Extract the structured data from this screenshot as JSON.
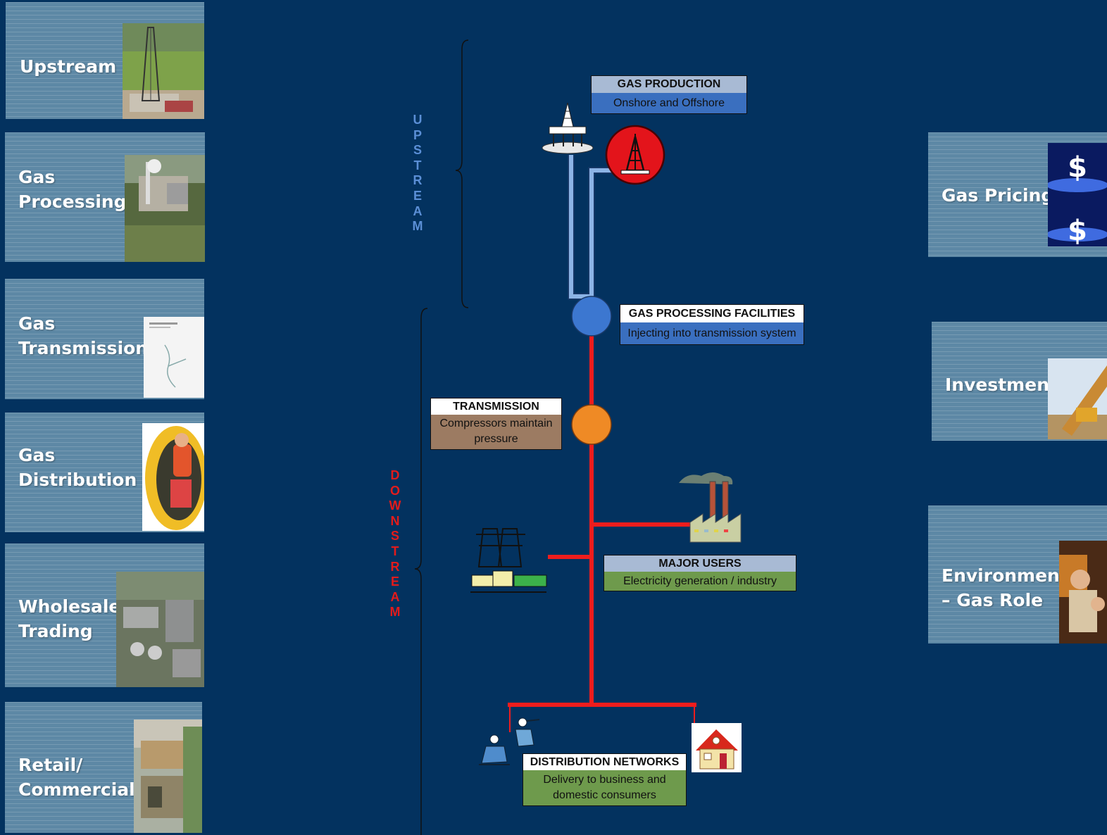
{
  "left_tiles": [
    {
      "label": "Upstream",
      "photo": "drilling-rig-field"
    },
    {
      "label": "Gas\nProcessing",
      "photo": "processing-plant"
    },
    {
      "label": "Gas\n Transmission",
      "photo": "transmission-map-document"
    },
    {
      "label": "Gas\nDistribution",
      "photo": "gas-worker-yellow-disc"
    },
    {
      "label": "Wholesale\n Trading",
      "photo": "aerial-industrial-facility"
    },
    {
      "label": "Retail/\nCommercial",
      "photo": "commercial-buildings"
    }
  ],
  "right_tiles": [
    {
      "label": "Gas Pricing",
      "photo": "gas-flame-dollar-signs"
    },
    {
      "label": "Investment",
      "photo": "pipeline-construction"
    },
    {
      "label": "Environment\n– Gas Role",
      "photo": "family-at-fireplace"
    }
  ],
  "labels": {
    "upstream_letters": [
      "U",
      "P",
      "S",
      "T",
      "R",
      "E",
      "A",
      "M"
    ],
    "downstream_letters": [
      "D",
      "O",
      "W",
      "N",
      "S",
      "T",
      "R",
      "E",
      "A",
      "M"
    ]
  },
  "stages": {
    "production": {
      "title": "GAS PRODUCTION",
      "subtitle": "Onshore and Offshore"
    },
    "processing": {
      "title": "GAS PROCESSING FACILITIES",
      "subtitle": "Injecting into transmission system"
    },
    "transmission": {
      "title": "TRANSMISSION",
      "subtitle": "Compressors maintain pressure"
    },
    "major_users": {
      "title": "MAJOR USERS",
      "subtitle": "Electricity generation / industry"
    },
    "distribution": {
      "title": "DISTRIBUTION NETWORKS",
      "subtitle": "Delivery to business and domestic consumers"
    }
  },
  "colors": {
    "background": "#03325f",
    "tile": "#5d88a5",
    "upstream_text": "#5b8fd6",
    "downstream_text": "#e31b1b",
    "upstream_pipe": "#8cb4e6",
    "downstream_pipe": "#ef1d1d"
  },
  "icons": [
    "offshore-platform-icon",
    "onshore-rig-icon",
    "power-station-icon",
    "factory-icon",
    "workers-icon",
    "house-icon"
  ]
}
